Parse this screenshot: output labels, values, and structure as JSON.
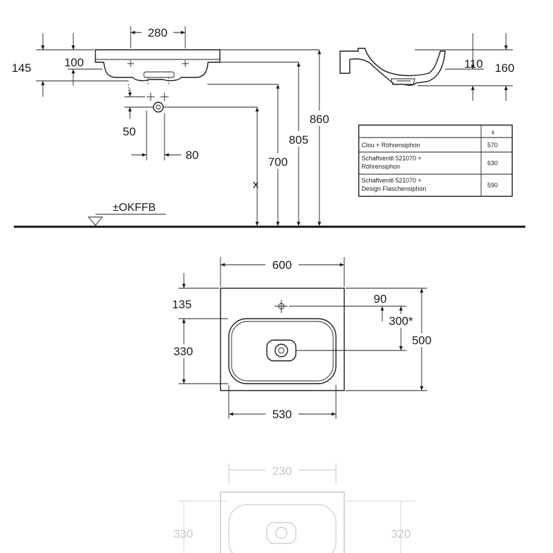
{
  "front_view": {
    "dims": {
      "width_taps": "280",
      "height_145": "145",
      "height_100": "100",
      "offset_50": "50",
      "offset_80": "80",
      "h_700": "700",
      "h_805": "805",
      "h_860": "860",
      "h_x": "x"
    },
    "floor_label": "±OKFFB"
  },
  "side_view": {
    "dims": {
      "d_110": "110",
      "d_160": "160"
    }
  },
  "table": {
    "header": [
      "",
      "x"
    ],
    "rows": [
      {
        "line1": "Clou + Röhrensiphon",
        "line2": "",
        "x": "570"
      },
      {
        "line1": "Schaftventil 521070 +",
        "line2": "Röhrensiphon",
        "x": "630"
      },
      {
        "line1": "Schaftventil 521070 +",
        "line2": "Design Flaschensiphon",
        "x": "590"
      }
    ]
  },
  "top_view": {
    "dims": {
      "width": "600",
      "d_135": "135",
      "d_90": "90",
      "d_300": "300*",
      "depth": "500",
      "bowl_depth": "330",
      "bowl_width": "530"
    }
  },
  "ghost_view": {
    "dims": {
      "width": "230",
      "left": "330",
      "right": "320"
    }
  }
}
